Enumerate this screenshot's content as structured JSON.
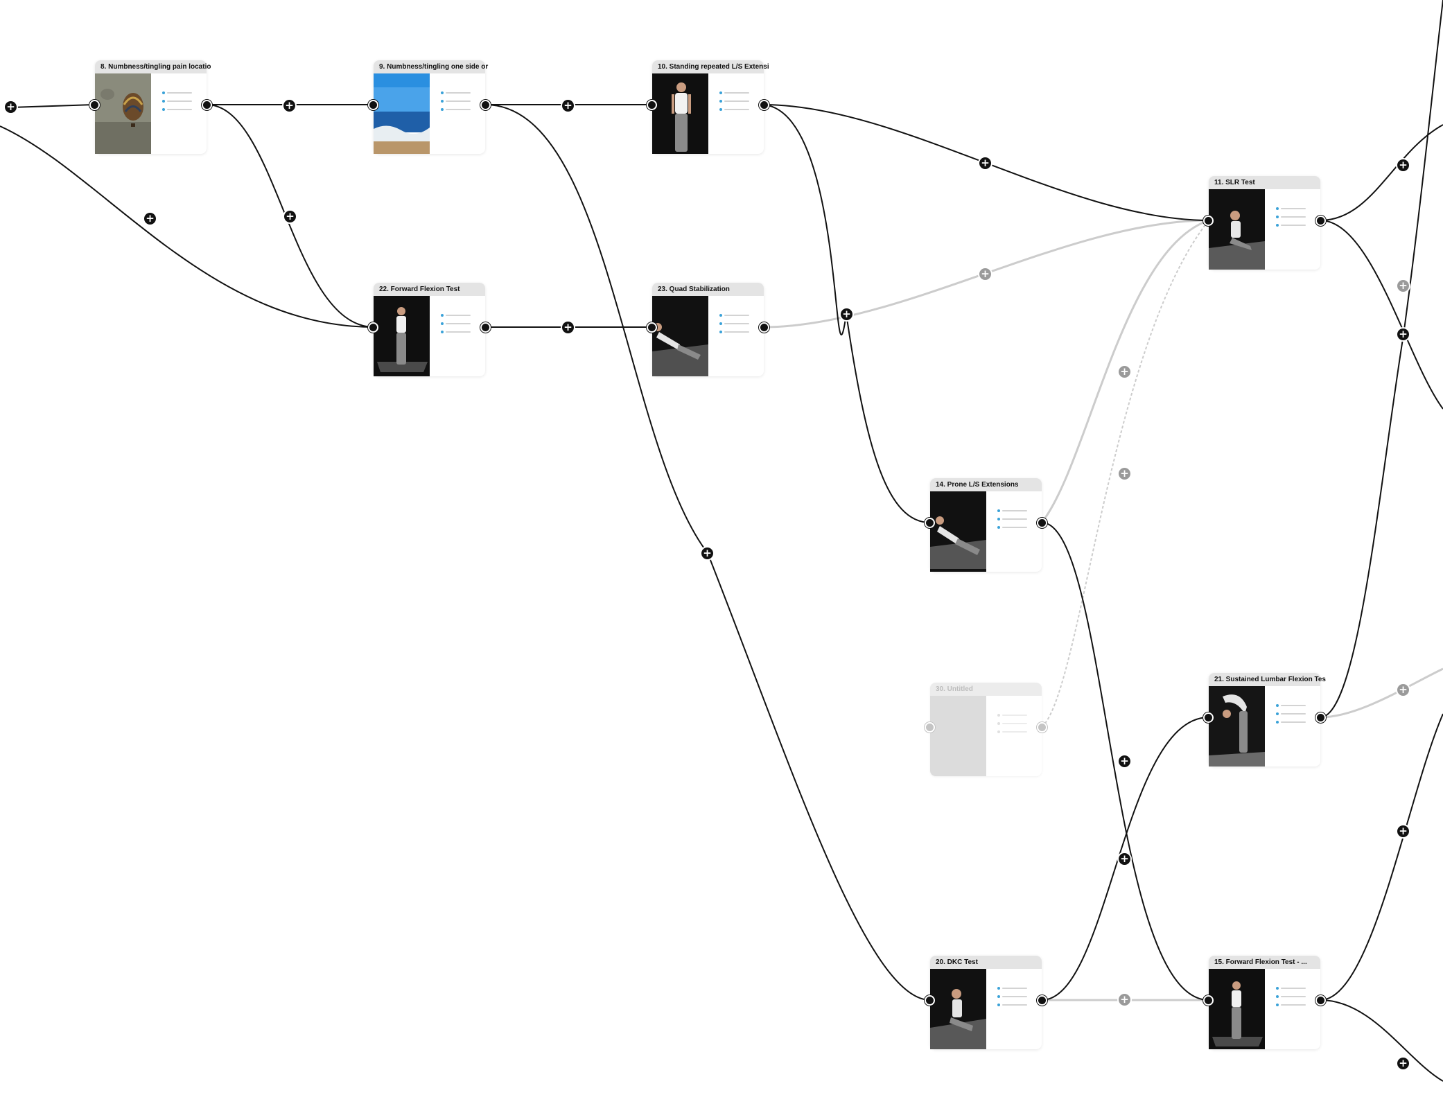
{
  "colors": {
    "canvas": "#ffffff",
    "edge_active": "#111111",
    "edge_inactive": "#c8c8c8",
    "option_dot": "#3aa2d8"
  },
  "nodes": [
    {
      "id": "n8",
      "title": "8. Numbness/tingling pain locatio",
      "thumb": "balloon-photo",
      "state": "active"
    },
    {
      "id": "n9",
      "title": "9. Numbness/tingling one side or",
      "thumb": "beach-photo",
      "state": "active"
    },
    {
      "id": "n10",
      "title": "10. Standing repeated L/S Extensi",
      "thumb": "standing-woman",
      "state": "active"
    },
    {
      "id": "n11",
      "title": "11. SLR Test",
      "thumb": "seated-woman",
      "state": "active"
    },
    {
      "id": "n22",
      "title": "22. Forward Flexion Test",
      "thumb": "standing-woman-mat",
      "state": "active"
    },
    {
      "id": "n23",
      "title": "23. Quad Stabilization",
      "thumb": "lying-woman",
      "state": "active"
    },
    {
      "id": "n14",
      "title": "14. Prone L/S Extensions",
      "thumb": "lying-woman",
      "state": "active"
    },
    {
      "id": "n30",
      "title": "30. Untitled",
      "thumb": "blank",
      "state": "disabled"
    },
    {
      "id": "n21",
      "title": "21. Sustained Lumbar Flexion Tes",
      "thumb": "bending-woman",
      "state": "active"
    },
    {
      "id": "n20",
      "title": "20. DKC Test",
      "thumb": "seated-woman",
      "state": "active"
    },
    {
      "id": "n15",
      "title": "15. Forward Flexion Test - ...",
      "thumb": "standing-woman-mat",
      "state": "active"
    }
  ],
  "add_buttons": {
    "icon": "plus-icon",
    "symbol": "+"
  }
}
